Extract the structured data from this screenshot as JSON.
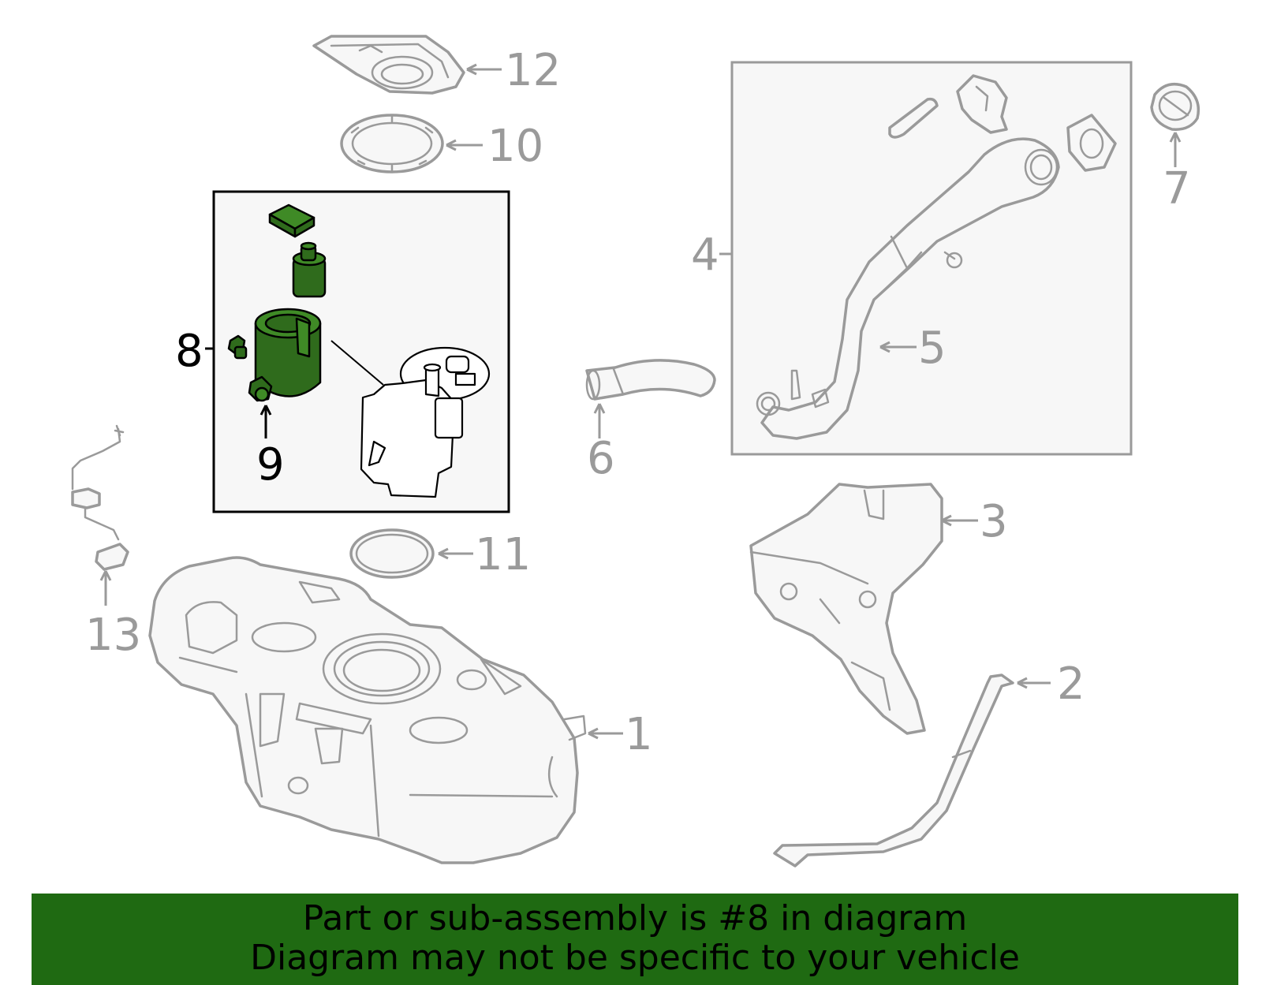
{
  "callouts": [
    {
      "id": "1",
      "label": "1",
      "highlight": false
    },
    {
      "id": "2",
      "label": "2",
      "highlight": false
    },
    {
      "id": "3",
      "label": "3",
      "highlight": false
    },
    {
      "id": "4",
      "label": "4",
      "highlight": false
    },
    {
      "id": "5",
      "label": "5",
      "highlight": false
    },
    {
      "id": "6",
      "label": "6",
      "highlight": false
    },
    {
      "id": "7",
      "label": "7",
      "highlight": false
    },
    {
      "id": "8",
      "label": "8",
      "highlight": true
    },
    {
      "id": "9",
      "label": "9",
      "highlight": true
    },
    {
      "id": "10",
      "label": "10",
      "highlight": false
    },
    {
      "id": "11",
      "label": "11",
      "highlight": false
    },
    {
      "id": "12",
      "label": "12",
      "highlight": false
    },
    {
      "id": "13",
      "label": "13",
      "highlight": false
    }
  ],
  "banner": {
    "line1": "Part or sub-assembly is #8 in diagram",
    "line2": "Diagram may not be specific to your vehicle"
  },
  "colors": {
    "highlight_part": "#2f6b1c",
    "banner_bg": "#1f6a12",
    "line_gray": "#9a9a9a",
    "highlight_text": "#000000"
  }
}
